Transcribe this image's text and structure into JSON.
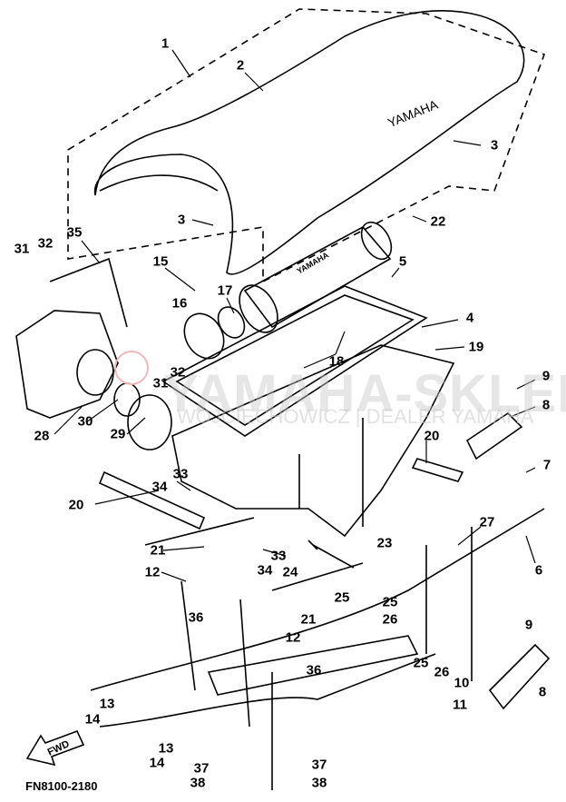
{
  "diagram": {
    "code": "FN8100-2180",
    "seat_brand": "YAMAHA",
    "intake_brand": "YAMAHA",
    "fwd_label": "FWD",
    "watermark_main": "YAMAHA-SKLEP.PL",
    "watermark_sub": "WOJCIECHOWICZ | DEALER YAMAHA",
    "labels": [
      "1",
      "2",
      "3",
      "3",
      "22",
      "35",
      "31",
      "32",
      "5",
      "15",
      "17",
      "16",
      "4",
      "32",
      "31",
      "18",
      "19",
      "9",
      "8",
      "30",
      "28",
      "29",
      "20",
      "7",
      "33",
      "34",
      "20",
      "27",
      "23",
      "21",
      "33",
      "24",
      "34",
      "12",
      "6",
      "25",
      "25",
      "26",
      "21",
      "36",
      "12",
      "9",
      "26",
      "25",
      "36",
      "10",
      "8",
      "13",
      "11",
      "14",
      "13",
      "37",
      "14",
      "37",
      "38",
      "38"
    ]
  }
}
